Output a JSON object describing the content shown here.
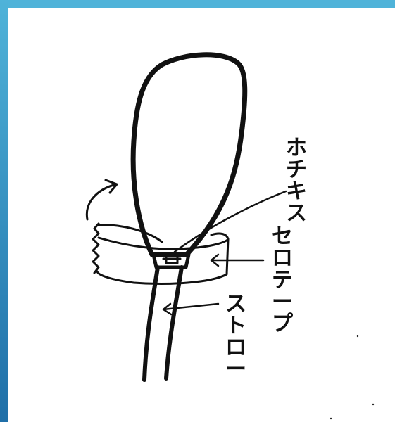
{
  "colors": {
    "frame_gradient_top": "#4fb3d9",
    "frame_gradient_bottom": "#1f6fa8",
    "paper": "#ffffff",
    "ink": "#111111"
  },
  "labels": {
    "stapler": "ホチキス",
    "tape": "セロテープ",
    "straw": "ストロー"
  }
}
